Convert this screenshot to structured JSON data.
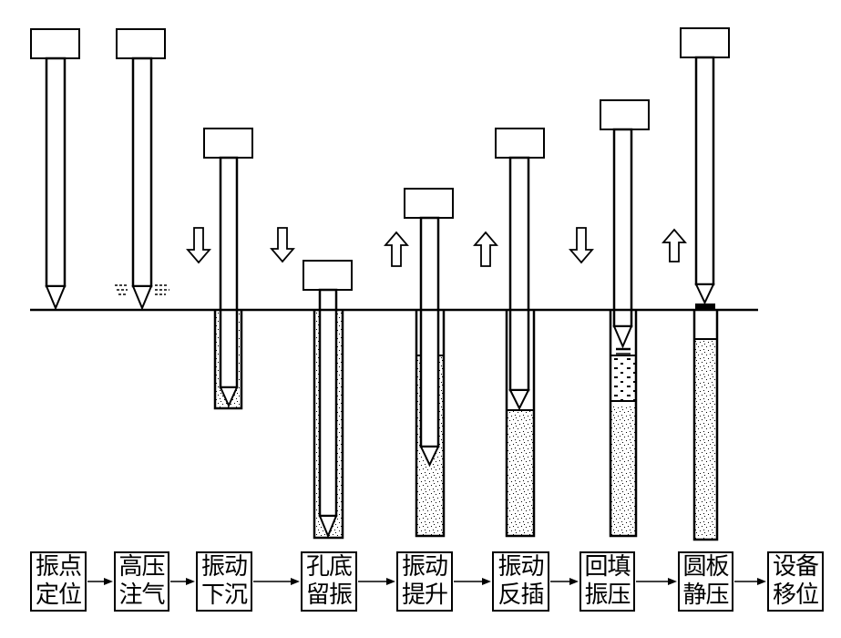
{
  "colors": {
    "ink": "#000000",
    "background": "#ffffff"
  },
  "steps": [
    {
      "line1": "振点",
      "line2": "定位"
    },
    {
      "line1": "高压",
      "line2": "注气"
    },
    {
      "line1": "振动",
      "line2": "下沉"
    },
    {
      "line1": "孔底",
      "line2": "留振"
    },
    {
      "line1": "振动",
      "line2": "提升"
    },
    {
      "line1": "振动",
      "line2": "反插"
    },
    {
      "line1": "回填",
      "line2": "振压"
    },
    {
      "line1": "圆板",
      "line2": "静压"
    },
    {
      "line1": "设备",
      "line2": "移位"
    }
  ]
}
